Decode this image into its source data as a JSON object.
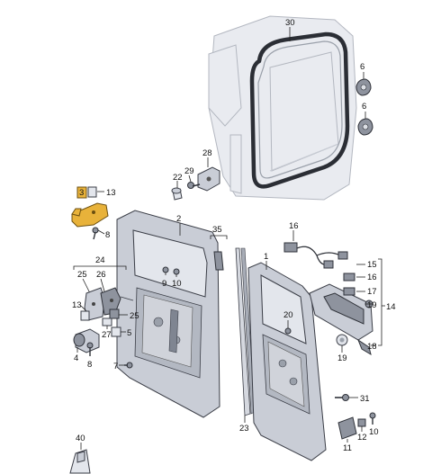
{
  "diagram": {
    "callouts": {
      "c1": "1",
      "c2": "2",
      "c3": "3",
      "c4": "4",
      "c5": "5",
      "c6a": "6",
      "c6b": "6",
      "c7": "7",
      "c8a": "8",
      "c8b": "8",
      "c9": "9",
      "c10": "10",
      "c11": "11",
      "c12": "12",
      "c13a": "13",
      "c13b": "13",
      "c14": "14",
      "c15": "15",
      "c16": "16",
      "c17": "17",
      "c18": "18",
      "c19a": "19",
      "c19b": "19",
      "c20": "20",
      "c22": "22",
      "c23": "23",
      "c24": "24",
      "c25a": "25",
      "c25b": "25",
      "c26": "26",
      "c27": "27",
      "c28": "28",
      "c29": "29",
      "c30": "30",
      "c31": "31",
      "c35": "35",
      "c40": "40"
    },
    "highlight_color": "#e8b23a"
  }
}
